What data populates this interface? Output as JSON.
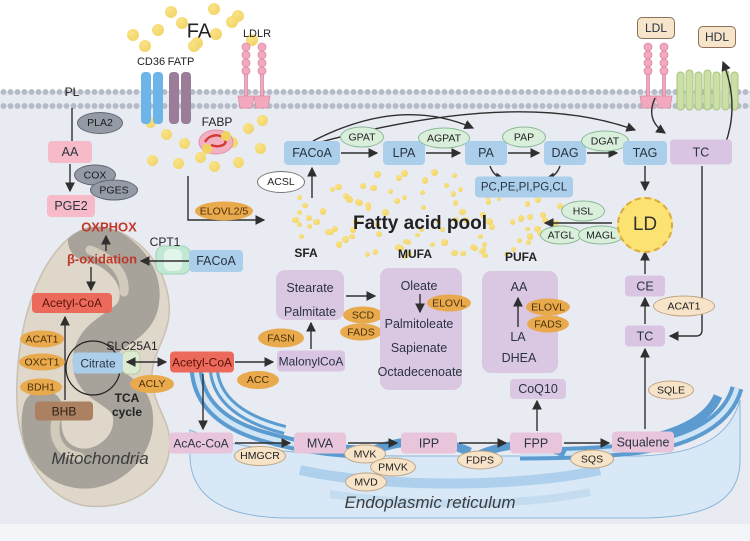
{
  "palette": {
    "background": "#e9ebf2",
    "membrane_bead": "#b6bdc8",
    "box_blue": "#abcfeb",
    "box_purple": "#d9c4e3",
    "box_rose": "#e8c5da",
    "box_pink": "#f6bac8",
    "box_red": "#eb6a5b",
    "box_brown": "#ac8162",
    "box_tan": "#f6e4cb",
    "ellipse_green": "#d9efdb",
    "ellipse_orange": "#e9a94d",
    "ellipse_gray": "#949ba6",
    "ellipse_tan": "#f6e3c8",
    "fa_dot": "#f5d76a",
    "ld_fill": "#fbe06b",
    "er_blue": "#5b9bd0",
    "mito_outer": "#ded7ca",
    "mito_inner": "#a7a29a",
    "red_text": "#c0392b"
  },
  "labels": {
    "pl": "PL",
    "fa": "FA",
    "cd36": "CD36",
    "fatp": "FATP",
    "ldlr": "LDLR",
    "fabp": "FABP",
    "ldl": "LDL",
    "hdl": "HDL",
    "pla2": "PLA2",
    "aa": "AA",
    "cox": "COX",
    "pges": "PGES",
    "pge2": "PGE2",
    "facoa_top": "FACoA",
    "gpat": "GPAT",
    "lpa": "LPA",
    "agpat": "AGPAT",
    "pa": "PA",
    "pap": "PAP",
    "dag": "DAG",
    "dgat": "DGAT",
    "tag": "TAG",
    "tc_top": "TC",
    "phospholipids": "PC,PE,PI,PG,CL",
    "acsl": "ACSL",
    "elovl25": "ELOVL2/5",
    "pool_title": "Fatty acid pool",
    "sfa": "SFA",
    "mufa": "MUFA",
    "pufa": "PUFA",
    "stearate": "Stearate",
    "palmitate": "Palmitate",
    "scd": "SCD",
    "fads_sfa": "FADS",
    "oleate": "Oleate",
    "elovl_mufa": "ELOVL",
    "palmitoleate": "Palmitoleate",
    "sapienate": "Sapienate",
    "octadecenoate": "Octadecenoate",
    "aa_pufa": "AA",
    "elovl_pufa": "ELOVL",
    "fads_pufa": "FADS",
    "la": "LA",
    "dhea": "DHEA",
    "hsl": "HSL",
    "atgl": "ATGL",
    "magl": "MAGL",
    "ld": "LD",
    "ce": "CE",
    "acat1_er": "ACAT1",
    "tc_low": "TC",
    "oxphox": "OXPHOX",
    "beta_oxidation": "β-oxidation",
    "cpt1": "CPT1",
    "facoa_left": "FACoA",
    "acetyl_mito": "Acetyl-CoA",
    "acat1_mito": "ACAT1",
    "oxct1": "OXCT1",
    "bdh1": "BDH1",
    "bhb": "BHB",
    "citrate": "Citrate",
    "slc25a1": "SLC25A1",
    "tca_cycle": "TCA cycle",
    "mitochondria": "Mitochondria",
    "acetyl_cyto": "Acetyl-CoA",
    "acly": "ACLY",
    "acc": "ACC",
    "malonyl": "MalonylCoA",
    "fasn": "FASN",
    "coq10": "CoQ10",
    "acac": "AcAc-CoA",
    "hmgcr": "HMGCR",
    "mva": "MVA",
    "mvk": "MVK",
    "pmvk": "PMVK",
    "mvd": "MVD",
    "ipp": "IPP",
    "fdps": "FDPS",
    "fpp": "FPP",
    "sqs": "SQS",
    "squalene": "Squalene",
    "sqle": "SQLE",
    "er": "Endoplasmic reticulum"
  }
}
